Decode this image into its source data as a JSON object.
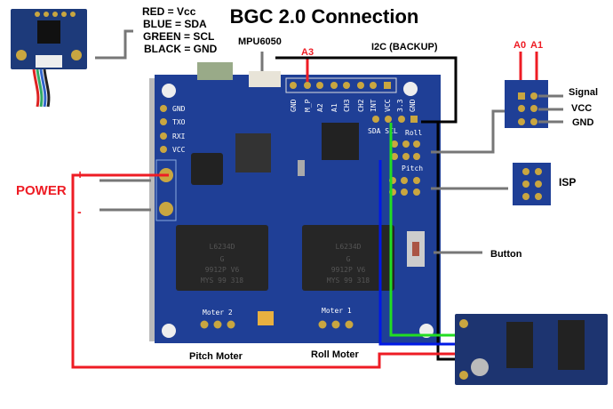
{
  "title": "BGC 2.0 Connection",
  "legend": [
    "RED = Vcc",
    "BLUE = SDA",
    "GREEN = SCL",
    "BLACK = GND"
  ],
  "labels": {
    "mpu": "MPU6050",
    "i2c": "I2C (BACKUP)",
    "a3": "A3",
    "a0": "A0",
    "a1": "A1",
    "signal": "Signal",
    "vcc": "VCC",
    "gnd": "GND",
    "isp": "ISP",
    "button": "Button",
    "power": "POWER",
    "plus": "+",
    "minus": "-",
    "pitch_moter": "Pitch Moter",
    "roll_moter": "Roll Moter"
  },
  "board": {
    "header_pins": [
      "GND",
      "M_P",
      "A2",
      "A1",
      "CH3",
      "CH2",
      "INT",
      "VCC",
      "3.3",
      "GND"
    ],
    "serial_pins": [
      "GND",
      "TXO",
      "RXI",
      "VCC"
    ],
    "i2c_pins": "SDA SCL",
    "roll": "Roll",
    "pitch": "Pitch",
    "moter2": "Moter 2",
    "moter1": "Moter 1",
    "driver_chip": [
      "L6234D",
      "G",
      "9912P V6",
      "MYS 99 318"
    ]
  },
  "colors": {
    "vcc": "#ee1c24",
    "sda": "#0019e6",
    "scl": "#22dd22",
    "gnd": "#000000",
    "pcb": "#1f3f96"
  }
}
